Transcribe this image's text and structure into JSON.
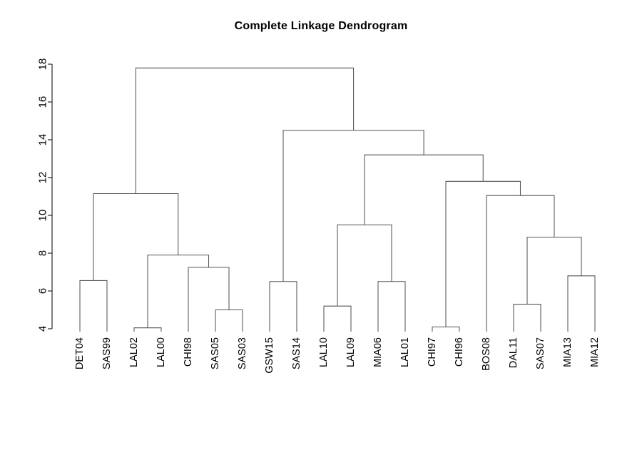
{
  "chart_data": {
    "type": "dendrogram",
    "title": "Complete Linkage Dendrogram",
    "xlabel": "",
    "ylabel": "",
    "ylim": [
      3.3,
      18.6
    ],
    "yticks": [
      4,
      6,
      8,
      10,
      12,
      14,
      16,
      18
    ],
    "ytick_labels": [
      "4",
      "6",
      "8",
      "10",
      "12",
      "14",
      "16",
      "18"
    ],
    "grid": false,
    "legend": "none",
    "linkage_method": "complete",
    "leaf_order": [
      "DET04",
      "SAS99",
      "LAL02",
      "LAL00",
      "CHI98",
      "SAS05",
      "SAS03",
      "GSW15",
      "SAS14",
      "LAL10",
      "LAL09",
      "MIA06",
      "LAL01",
      "CHI97",
      "CHI96",
      "BOS08",
      "DAL11",
      "SAS07",
      "MIA13",
      "MIA12"
    ],
    "leaf_count": 20,
    "merges": [
      {
        "id": "m1",
        "left": "DET04",
        "right": "SAS99",
        "height": 6.55
      },
      {
        "id": "m2",
        "left": "LAL02",
        "right": "LAL00",
        "height": 4.05
      },
      {
        "id": "m3",
        "left": "SAS05",
        "right": "SAS03",
        "height": 5.0
      },
      {
        "id": "m4",
        "left": "CHI98",
        "right": "m3",
        "height": 7.25
      },
      {
        "id": "m5",
        "left": "m2",
        "right": "m4",
        "height": 7.9
      },
      {
        "id": "m6",
        "left": "m1",
        "right": "m5",
        "height": 11.15
      },
      {
        "id": "m7",
        "left": "GSW15",
        "right": "SAS14",
        "height": 6.5
      },
      {
        "id": "m8",
        "left": "LAL10",
        "right": "LAL09",
        "height": 5.2
      },
      {
        "id": "m9",
        "left": "MIA06",
        "right": "LAL01",
        "height": 6.5
      },
      {
        "id": "m10",
        "left": "m8",
        "right": "m9",
        "height": 9.5
      },
      {
        "id": "m11",
        "left": "CHI97",
        "right": "CHI96",
        "height": 4.1
      },
      {
        "id": "m12",
        "left": "DAL11",
        "right": "SAS07",
        "height": 5.3
      },
      {
        "id": "m13",
        "left": "MIA13",
        "right": "MIA12",
        "height": 6.8
      },
      {
        "id": "m14",
        "left": "m12",
        "right": "m13",
        "height": 8.85
      },
      {
        "id": "m15",
        "left": "BOS08",
        "right": "m14",
        "height": 11.05
      },
      {
        "id": "m16",
        "left": "m11",
        "right": "m15",
        "height": 11.8
      },
      {
        "id": "m17",
        "left": "m10",
        "right": "m16",
        "height": 13.2
      },
      {
        "id": "m18",
        "left": "m7",
        "right": "m17",
        "height": 14.5
      },
      {
        "id": "m19",
        "left": "m6",
        "right": "m18",
        "height": 17.8
      }
    ],
    "colors": {
      "branch": "#555555",
      "axis": "#000000",
      "text": "#000000",
      "background": "#ffffff"
    }
  }
}
